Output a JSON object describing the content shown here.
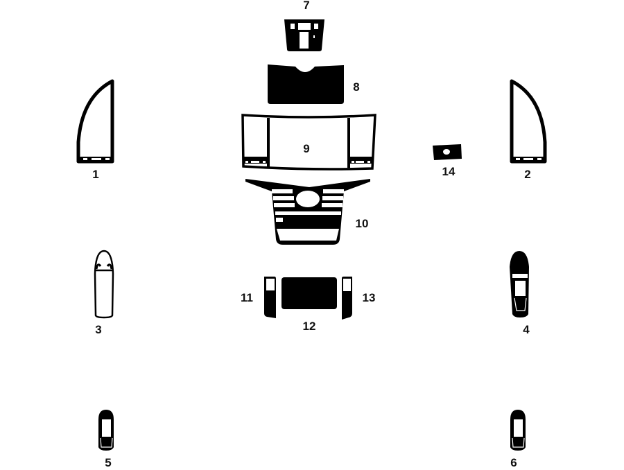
{
  "diagram": {
    "type": "dash-kit-parts-layout",
    "ink_color": "#000000",
    "background": "#ffffff",
    "parts": [
      {
        "id": "1",
        "label": "1",
        "shape": "left-window-switch-trim"
      },
      {
        "id": "2",
        "label": "2",
        "shape": "right-window-switch-trim"
      },
      {
        "id": "3",
        "label": "3",
        "shape": "left-door-handle-outline"
      },
      {
        "id": "4",
        "label": "4",
        "shape": "right-door-handle-solid"
      },
      {
        "id": "5",
        "label": "5",
        "shape": "left-rear-handle"
      },
      {
        "id": "6",
        "label": "6",
        "shape": "right-rear-handle"
      },
      {
        "id": "7",
        "label": "7",
        "shape": "overhead-console"
      },
      {
        "id": "8",
        "label": "8",
        "shape": "upper-dash-panel"
      },
      {
        "id": "9",
        "label": "9",
        "shape": "instrument-cluster-bezel"
      },
      {
        "id": "10",
        "label": "10",
        "shape": "center-stack-bezel"
      },
      {
        "id": "11",
        "label": "11",
        "shape": "left-console-side"
      },
      {
        "id": "12",
        "label": "12",
        "shape": "console-center-panel"
      },
      {
        "id": "13",
        "label": "13",
        "shape": "right-console-side"
      },
      {
        "id": "14",
        "label": "14",
        "shape": "small-switch-plate"
      }
    ]
  }
}
